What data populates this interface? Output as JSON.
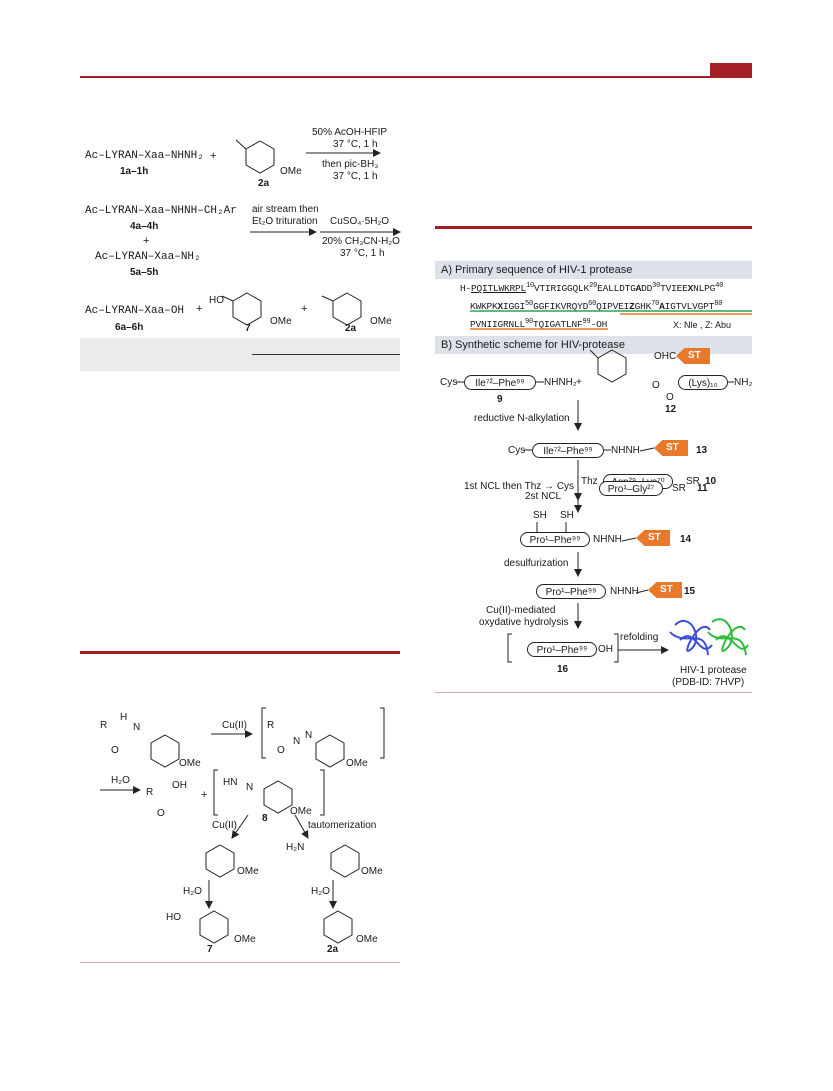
{
  "header": {
    "accent_color": "#a31f24",
    "badge_color": "#a31f24"
  },
  "left_scheme": {
    "reactant1": "Ac–LYRAN–Xaa–NHNH₂",
    "reactant1_label": "1a–1h",
    "plus": "+",
    "aldehyde_label": "2a",
    "ome": "OMe",
    "cond1_top": "50% AcOH-HFIP",
    "cond1_temp": "37 °C, 1 h",
    "cond1_then": "then pic-BH₃",
    "cond1_temp2": "37 °C, 1 h",
    "product4": "Ac–LYRAN–Xaa–NHNH–CH₂Ar",
    "product4_label": "4a–4h",
    "product5": "Ac–LYRAN–Xaa–NH₂",
    "product5_label": "5a–5h",
    "cond2a_top": "air stream then",
    "cond2a_bottom": "Et₂O trituration",
    "cond2b_top": "CuSO₄·5H₂O",
    "cond2b_bottom": "20% CH₃CN-H₂O",
    "cond2b_temp": "37 °C, 1 h",
    "product6": "Ac–LYRAN–Xaa–OH",
    "product6_label": "6a–6h",
    "ho": "HO",
    "compound7": "7",
    "compound2a": "2a"
  },
  "mechanism": {
    "r": "R",
    "o": "O",
    "n": "N",
    "h": "H",
    "cu": "Cu(II)",
    "h2o": "H₂O",
    "oh": "OH",
    "hn_eq_n": "HN",
    "compound8": "8",
    "tautomerization": "tautomerization",
    "h2n": "H₂N",
    "ome": "OMe",
    "ho": "HO",
    "compound7": "7",
    "compound2a": "2a"
  },
  "right_panel": {
    "panel_a_title": "A) Primary sequence of HIV-1 protease",
    "seq_line1_html": "H-<u>PQITLWKRPL</u><sup>10</sup>VTIRIGGQLK<sup>20</sup>EALLDTG<b>A</b>DD<sup>30</sup>TVIEE<b>X</b>NLPG<sup>40</sup>",
    "seq_line2_html": "KWKPK<b>X</b>IGGI<sup>50</sup>GGFIKVRQYD<sup>60</sup>QIPVEI<b>Z</b>GHK<sup>70</sup><b>A</b>IGTVLVGPT<sup>80</sup>",
    "seq_line3_html": "PVNIIGRNLL<sup>90</sup>TQIGATLNF<sup>99</sup>-OH",
    "seq_legend": "X: Nle , Z: Abu",
    "panel_b_title": "B) Synthetic scheme for HIV-protease",
    "cys": "Cys",
    "ile_phe": "Ile⁷²–Phe⁹⁹",
    "nhnh2": "NHNH₂",
    "plus": "+",
    "compound9": "9",
    "ohc": "OHC",
    "st": "ST",
    "o": "O",
    "lys10": "(Lys)₁₀",
    "nh2": "NH₂",
    "compound12": "12",
    "step1": "reductive N-alkylation",
    "nhnh": "NHNH",
    "compound13": "13",
    "step2": "1st NCL then Thz → Cys",
    "thz": "Thz",
    "asp_lys": "Asp²⁹–Lys⁷⁰",
    "sr": "SR",
    "compound10": "10",
    "pro_gly": "Pro¹–Gly²⁷",
    "compound11": "11",
    "step3": "2st NCL",
    "sh": "SH",
    "pro_phe": "Pro¹–Phe⁹⁹",
    "compound14": "14",
    "step4": "desulfurization",
    "compound15": "15",
    "step5_a": "Cu(II)-mediated",
    "step5_b": "oxydative hydrolysis",
    "oh": "OH",
    "compound16": "16",
    "refolding": "refolding",
    "final_name": "HIV-1 protease",
    "final_pdb": "(PDB-ID: 7HVP)",
    "st_color": "#e8782a",
    "underline_green": "#2e9e57",
    "underline_orange": "#e8782a"
  }
}
